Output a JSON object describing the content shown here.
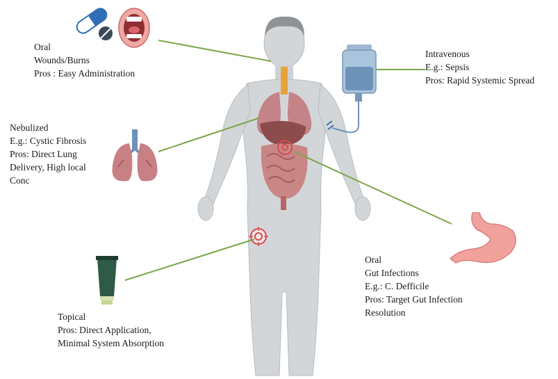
{
  "colors": {
    "connector": "#7aa548",
    "body_fill": "#d3d6d8",
    "organ_red": "#c2646a",
    "tube_green": "#2f5a45"
  },
  "labels": {
    "oral_wounds": {
      "lines": [
        "Oral",
        "Wounds/Burns",
        "Pros : Easy Administration"
      ]
    },
    "intravenous": {
      "lines": [
        "Intravenous",
        "E.g.: Sepsis",
        "Pros: Rapid Systemic Spread"
      ]
    },
    "nebulized": {
      "lines": [
        "Nebulized",
        "E.g.: Cystic Fibrosis",
        "Pros: Direct Lung",
        "Delivery, High local",
        "Conc"
      ]
    },
    "oral_gut": {
      "lines": [
        "Oral",
        "Gut Infections",
        "E.g.: C. Defficile",
        "Pros: Target Gut Infection",
        "Resolution"
      ]
    },
    "topical": {
      "lines": [
        "Topical",
        "Pros: Direct Application,",
        "Minimal  System Absorption"
      ]
    }
  },
  "icons": [
    "pill-capsule-icon",
    "open-mouth-icon",
    "iv-bag-icon",
    "lungs-icon",
    "stomach-icon",
    "ointment-tube-icon",
    "target-icon"
  ]
}
